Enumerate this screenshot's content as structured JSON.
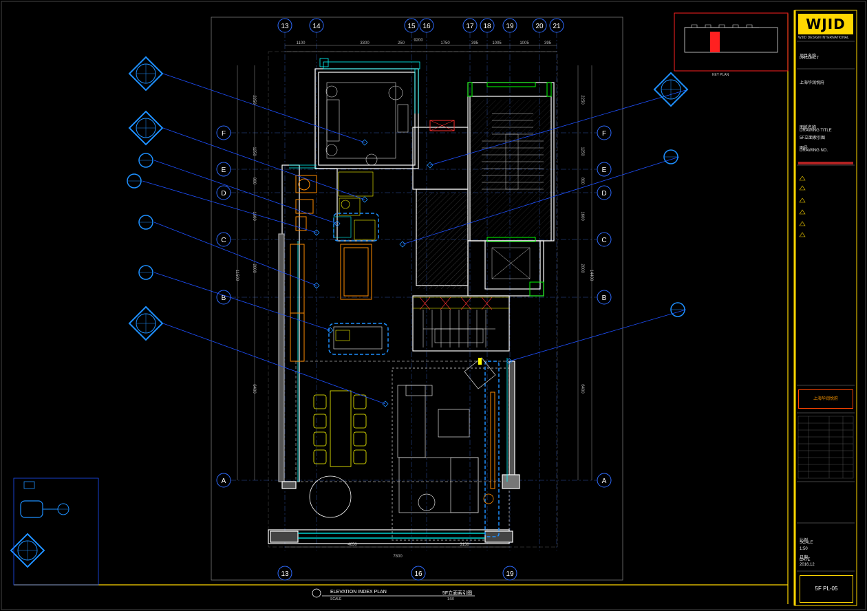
{
  "logo": {
    "text": "WJID",
    "subtitle": "WJID DESIGN INTERNATIONAL"
  },
  "drawing": {
    "title_en": "ELEVATION INDEX PLAN",
    "title_cn": "5F立面索引图",
    "scale_label": "SCALE",
    "scale_value": "1:50",
    "sheet_number": "5F PL-05",
    "project_box": "上海华润悦府",
    "keyplan_caption": "KEY PLAN"
  },
  "grid_top": [
    "13",
    "14",
    "15",
    "16",
    "17",
    "18",
    "19",
    "20",
    "21"
  ],
  "grid_bottom": [
    "13",
    "16",
    "19"
  ],
  "grid_rows": [
    "F",
    "E",
    "D",
    "C",
    "B",
    "A"
  ],
  "dims_top": [
    "1100",
    "3300",
    "250",
    "1750",
    "395",
    "1005",
    "1005",
    "395"
  ],
  "dims_top_total": "9200",
  "dims_bottom": [
    "4650",
    "3150"
  ],
  "dims_bottom_total": "7800",
  "dims_left": [
    "2250",
    "1250",
    "800",
    "1600",
    "2000",
    "6400"
  ],
  "dims_left_total": "11500",
  "dims_right": [
    "2250",
    "1250",
    "800",
    "1600",
    "2000",
    "6400"
  ],
  "dims_right_total": "14400",
  "colors": {
    "background": "#000000",
    "wall": "#ffffff",
    "grid": "#2e6bff",
    "leader": "#1e50ff",
    "furniture": "#ffff00",
    "cabinet": "#ff8c00",
    "glass": "#00ffff",
    "frame": "#ffd700",
    "red": "#ff3030",
    "green": "#00ff00"
  },
  "title_block": {
    "rows": [
      "项目名称",
      "PROJECT",
      "上海华润悦府",
      "图纸名称",
      "DRAWING TITLE",
      "5F立面索引图",
      "图号",
      "DRAWING NO.",
      "比例",
      "SCALE",
      "1:50",
      "日期",
      "DATE",
      "2016.12"
    ]
  }
}
